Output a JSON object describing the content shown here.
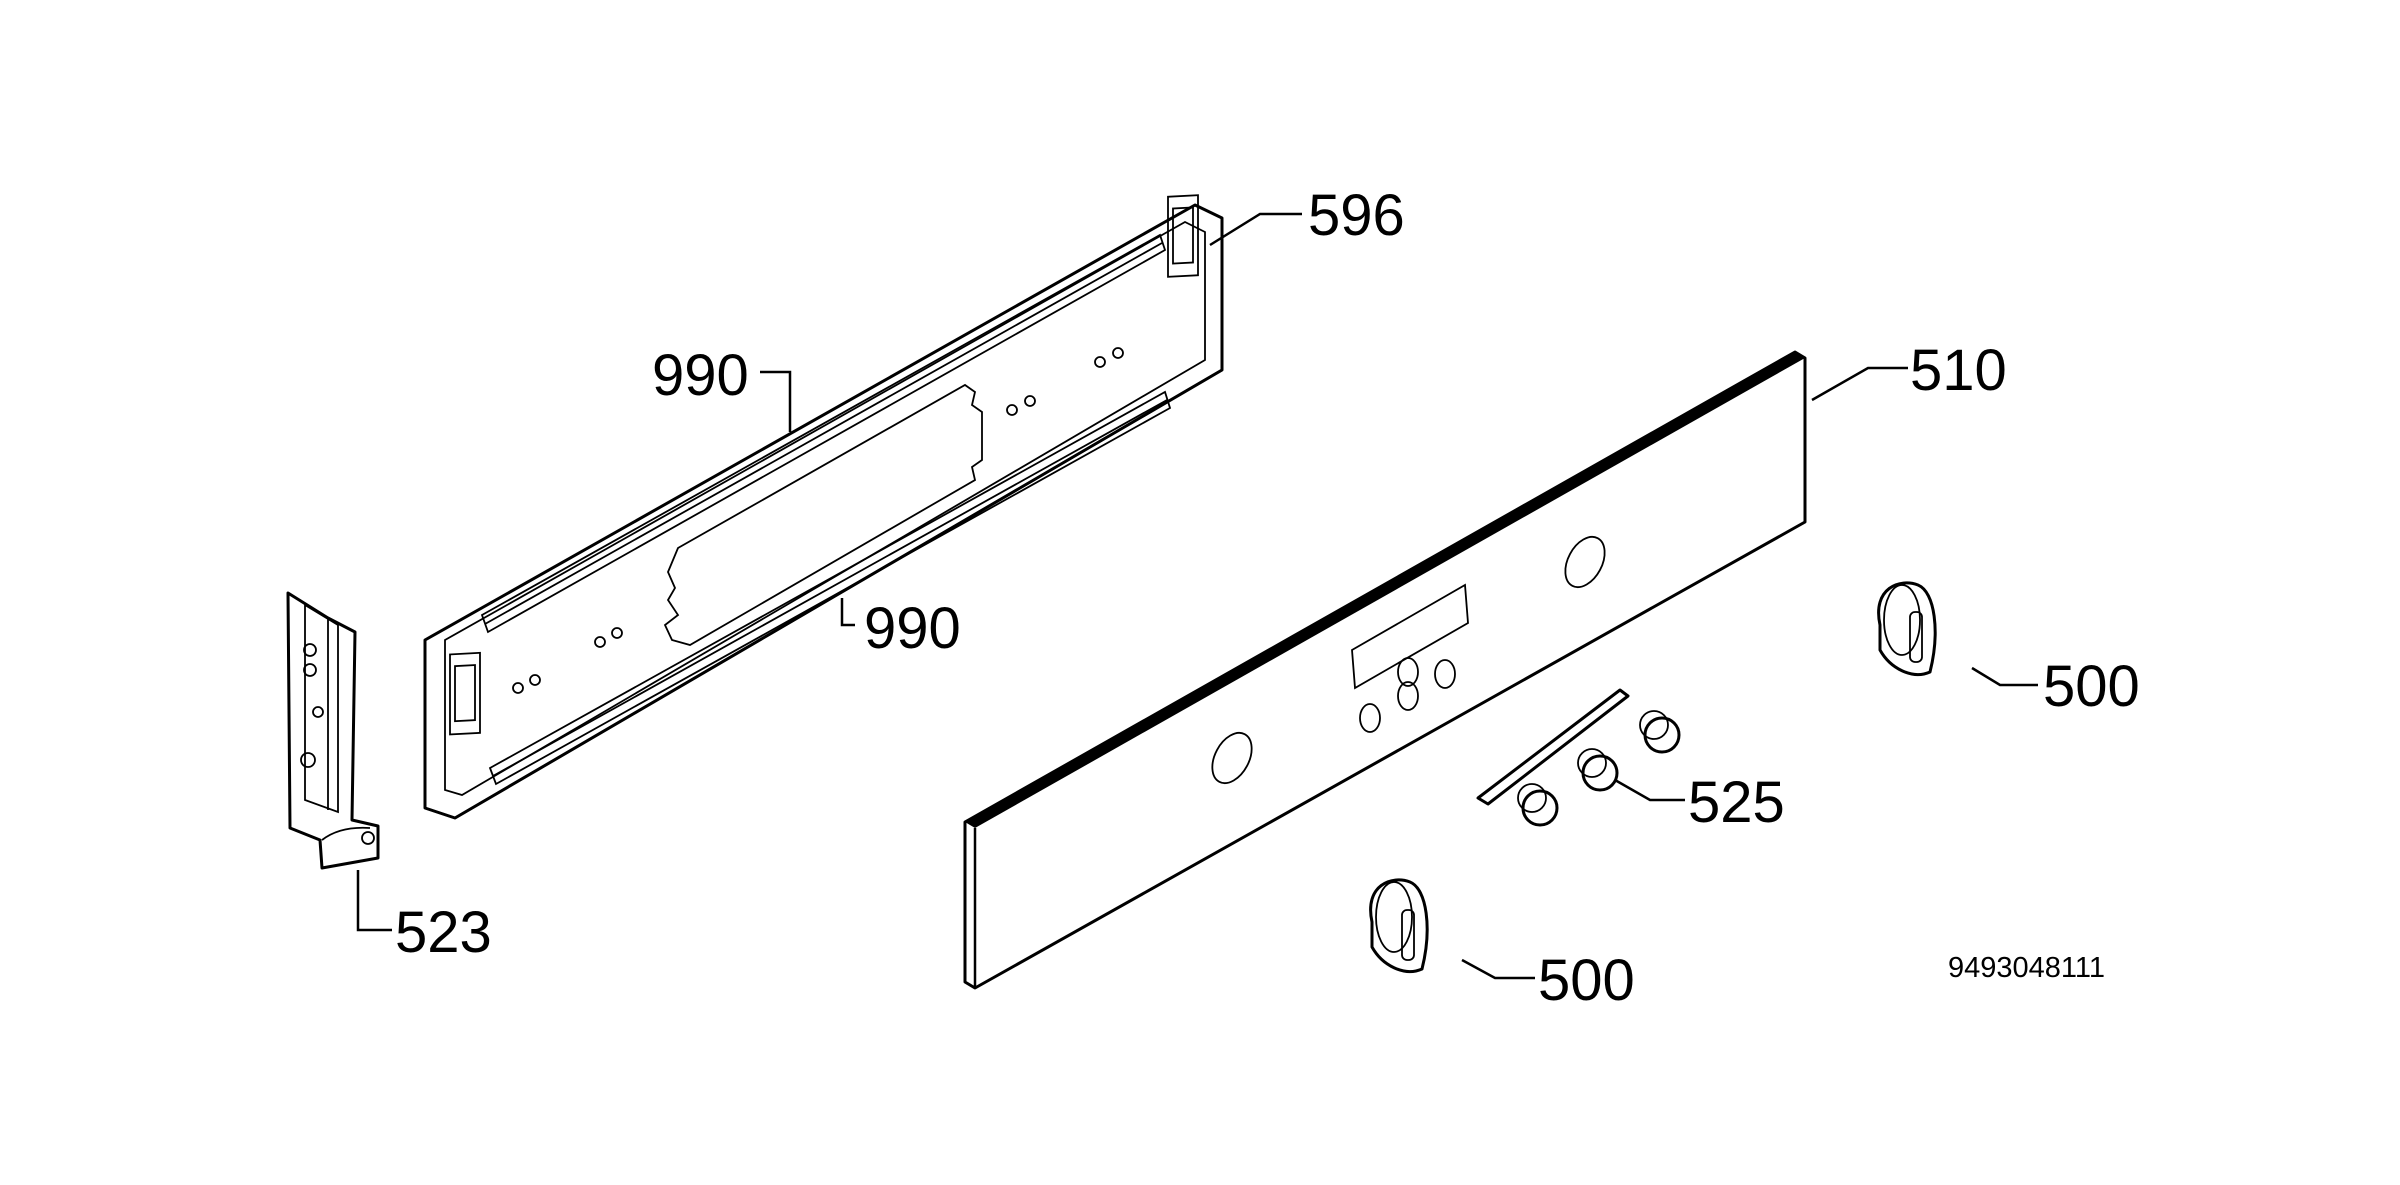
{
  "diagram": {
    "labels": {
      "p596": "596",
      "p990_top": "990",
      "p990_bottom": "990",
      "p510": "510",
      "p500_right": "500",
      "p525": "525",
      "p500_bottom": "500",
      "p523": "523"
    },
    "document_id": "9493048111"
  }
}
